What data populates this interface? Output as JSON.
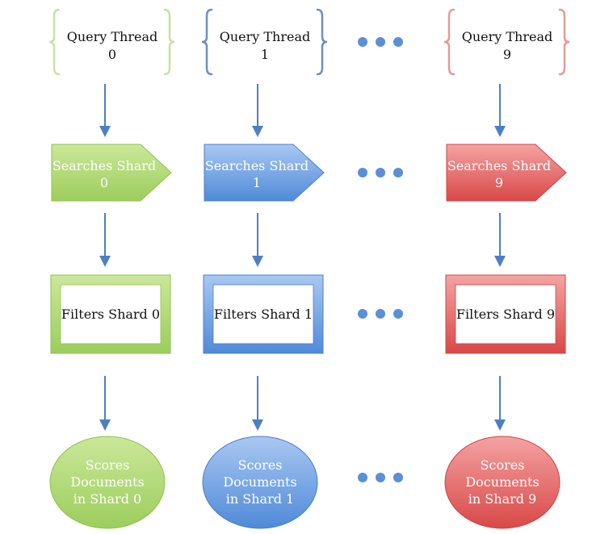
{
  "diagram": {
    "columns": [
      {
        "id": "0",
        "thread_line1": "Query Thread",
        "thread_line2": "0",
        "search_line1": "Searches Shard",
        "search_line2": "0",
        "filter_label": "Filters Shard 0",
        "score_line1": "Scores",
        "score_line2": "Documents",
        "score_line3": "in Shard 0",
        "theme": {
          "brace": "#c9e0a6",
          "fill_top": "#cbe89a",
          "fill_bottom": "#9ccd5c",
          "border": "#8fc24f",
          "text": "#ffffff"
        }
      },
      {
        "id": "1",
        "thread_line1": "Query Thread",
        "thread_line2": "1",
        "search_line1": "Searches Shard",
        "search_line2": "1",
        "filter_label": "Filters Shard 1",
        "score_line1": "Scores",
        "score_line2": "Documents",
        "score_line3": "in Shard 1",
        "theme": {
          "brace": "#6e8fc1",
          "fill_top": "#a9c8f2",
          "fill_bottom": "#4f8ad8",
          "border": "#4a7fc9",
          "text": "#ffffff"
        }
      },
      {
        "id": "9",
        "thread_line1": "Query Thread",
        "thread_line2": "9",
        "search_line1": "Searches Shard",
        "search_line2": "9",
        "filter_label": "Filters Shard 9",
        "score_line1": "Scores",
        "score_line2": "Documents",
        "score_line3": "in Shard 9",
        "theme": {
          "brace": "#e49a9a",
          "fill_top": "#f4a3a3",
          "fill_bottom": "#d94848",
          "border": "#cf4545",
          "text": "#ffffff"
        }
      }
    ],
    "colors": {
      "arrow": "#4e7fc4",
      "ellipsis_dot": "#5b8fd6",
      "label_text": "#111111"
    }
  }
}
